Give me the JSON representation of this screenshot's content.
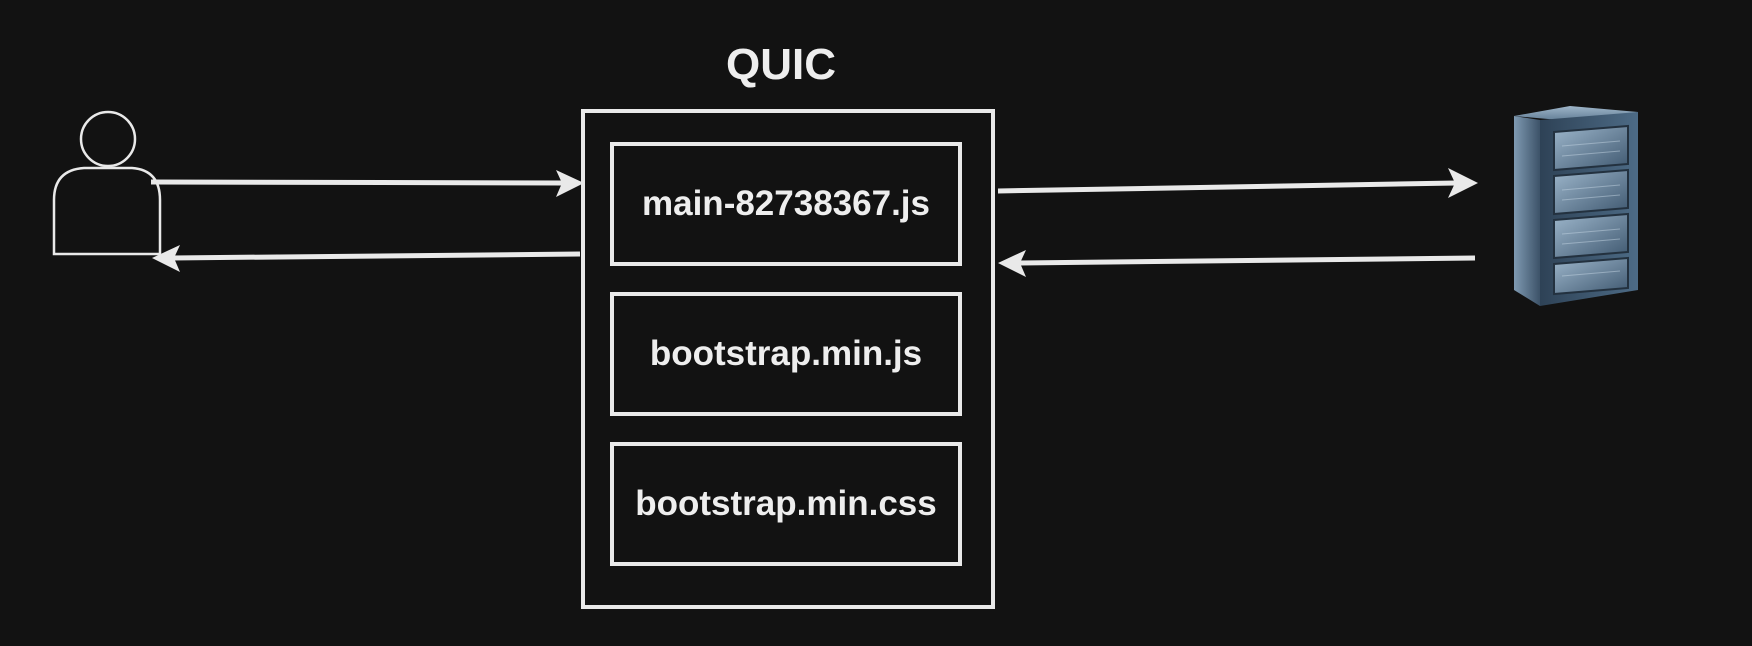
{
  "diagram": {
    "title": "QUIC",
    "files": [
      {
        "label": "main-82738367.js"
      },
      {
        "label": "bootstrap.min.js"
      },
      {
        "label": "bootstrap.min.css"
      }
    ],
    "nodes": {
      "client": {
        "icon": "user-icon"
      },
      "server": {
        "icon": "server-rack-icon"
      }
    },
    "colors": {
      "background": "#121212",
      "stroke": "#e9e9e9",
      "text": "#eeeeee",
      "server": "#4a6a88"
    }
  }
}
